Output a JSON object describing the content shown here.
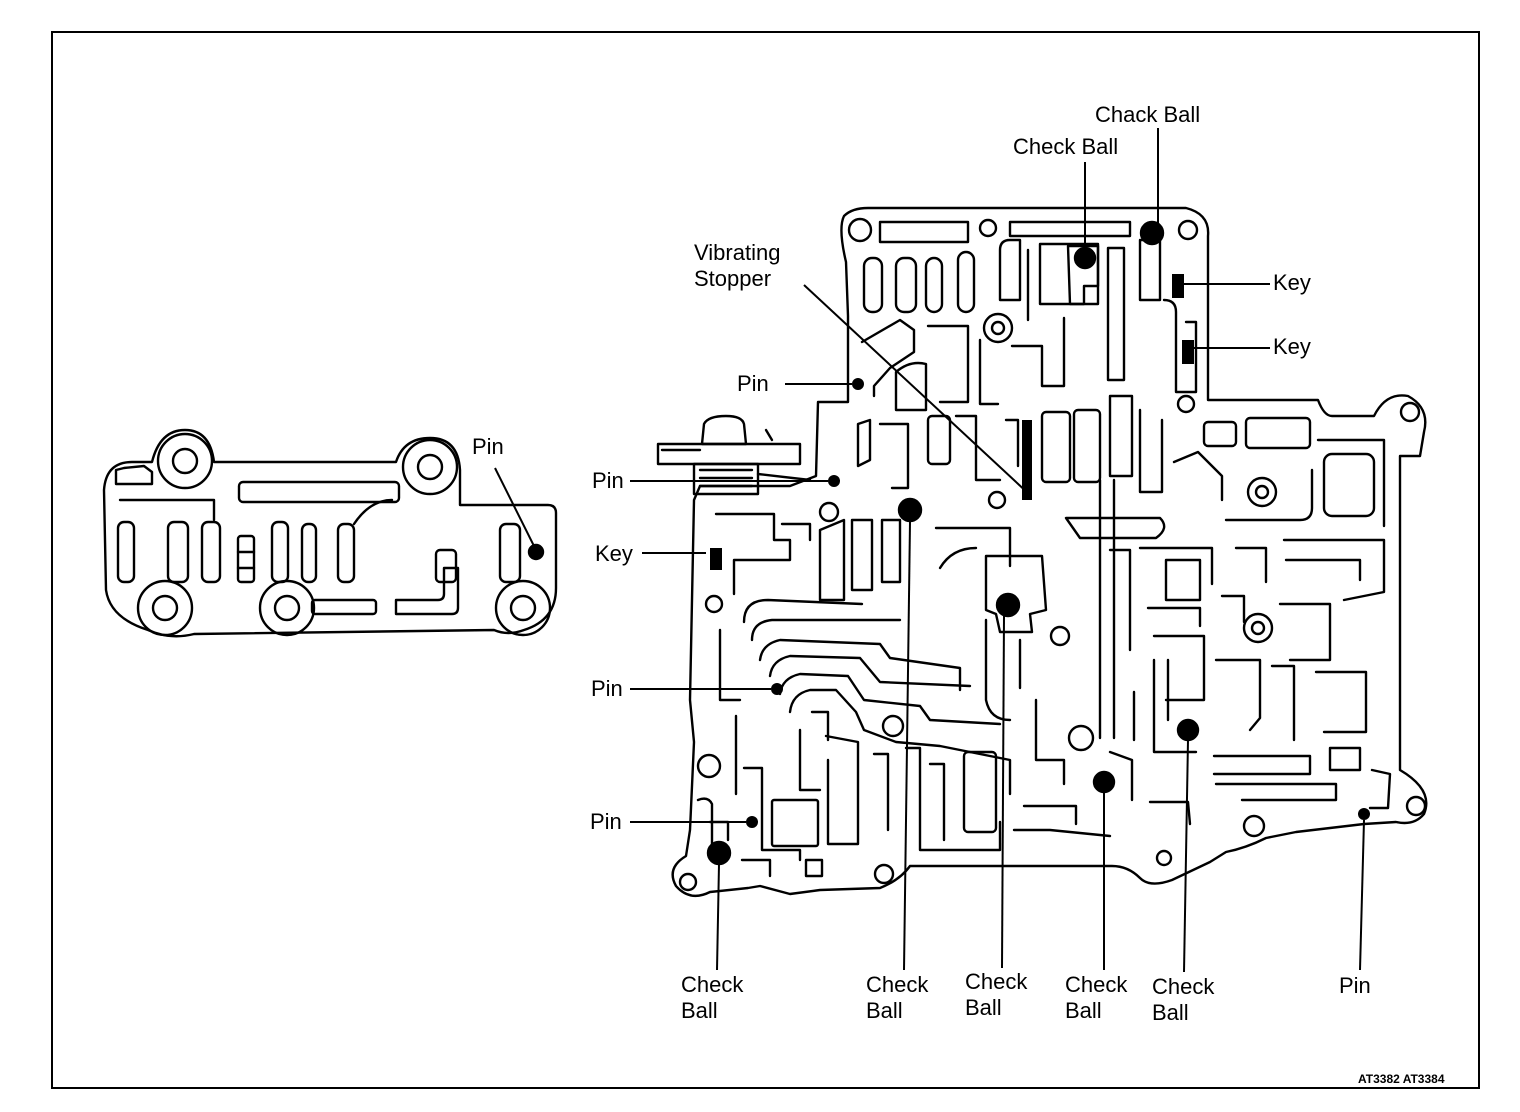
{
  "labels": {
    "pin_small_body": "Pin",
    "pin_left_top": "Pin",
    "key_left": "Key",
    "pin_left_mid": "Pin",
    "pin_left_bottom": "Pin",
    "pin_upper": "Pin",
    "vibrating_stopper_line1": "Vibrating",
    "vibrating_stopper_line2": "Stopper",
    "check_ball_top": "Check Ball",
    "chack_ball_top": "Chack Ball",
    "key_top": "Key",
    "key_second": "Key",
    "check_ball_1_line1": "Check",
    "check_ball_1_line2": "Ball",
    "check_ball_2_line1": "Check",
    "check_ball_2_line2": "Ball",
    "check_ball_3_line1": "Check",
    "check_ball_3_line2": "Ball",
    "check_ball_4_line1": "Check",
    "check_ball_4_line2": "Ball",
    "check_ball_5_line1": "Check",
    "check_ball_5_line2": "Ball",
    "pin_bottom_right": "Pin"
  },
  "figure_code": "AT3382 AT3384"
}
